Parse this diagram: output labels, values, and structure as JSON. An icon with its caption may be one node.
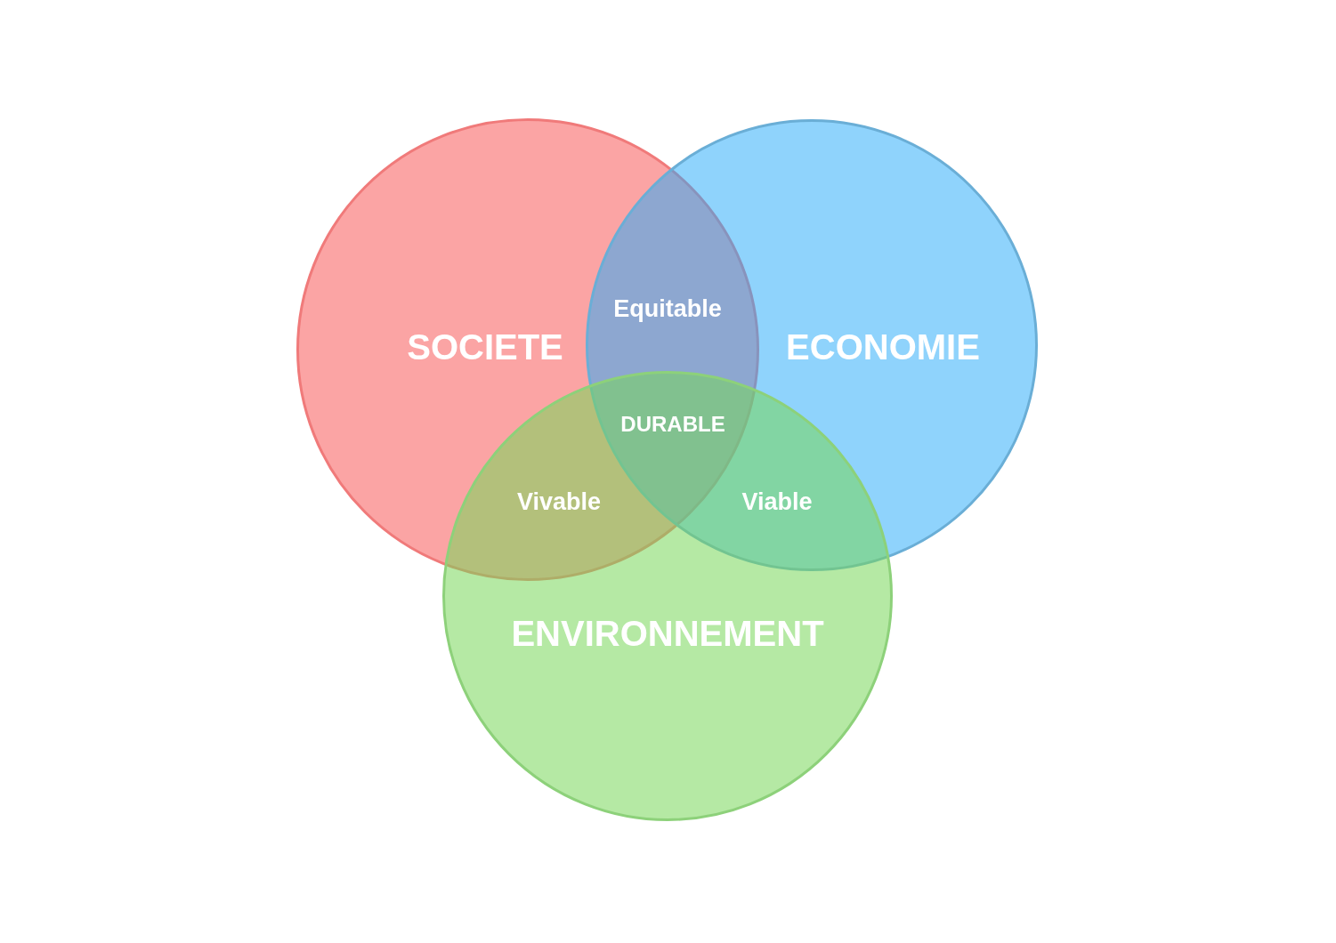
{
  "diagram": {
    "nodes": [
      {
        "text": [
          "SOCIETE"
        ]
      },
      {
        "text": [
          "ECONOMIE"
        ]
      },
      {
        "text": [
          "ENVIRONNEMENT"
        ]
      }
    ],
    "labels": [
      "Equitable",
      "DURABLE",
      "Vivable",
      "Viable"
    ]
  }
}
